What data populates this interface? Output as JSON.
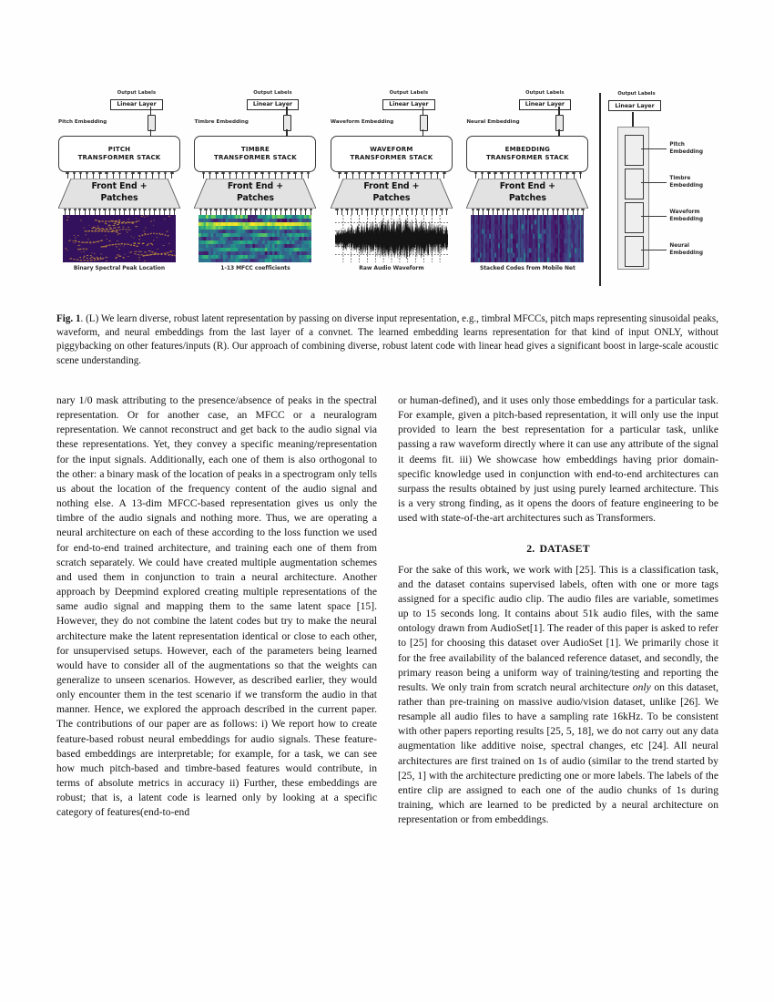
{
  "figure": {
    "label_output": "Output Labels",
    "label_linear": "Linear Layer",
    "trapezoid_line1": "Front End +",
    "trapezoid_line2": "Patches",
    "pipelines": [
      {
        "embedding_label": "Pitch Embedding",
        "stack_line1": "PITCH",
        "stack_line2": "TRANSFORMER STACK",
        "input_caption": "Binary Spectral Peak Location",
        "input_kind": "binary-peak-map"
      },
      {
        "embedding_label": "Timbre Embedding",
        "stack_line1": "TIMBRE",
        "stack_line2": "TRANSFORMER STACK",
        "input_caption": "1-13 MFCC coefficients",
        "input_kind": "mfcc-heatmap"
      },
      {
        "embedding_label": "Waveform Embedding",
        "stack_line1": "WAVEFORM",
        "stack_line2": "TRANSFORMER STACK",
        "input_caption": "Raw Audio Waveform",
        "input_kind": "waveform"
      },
      {
        "embedding_label": "Neural Embedding",
        "stack_line1": "EMBEDDING",
        "stack_line2": "TRANSFORMER STACK",
        "input_caption": "Stacked Codes from Mobile Net",
        "input_kind": "stacked-codes"
      }
    ],
    "right_panel": {
      "label_output": "Output Labels",
      "label_linear": "Linear Layer",
      "slots": [
        {
          "line1": "Pitch",
          "line2": "Embedding"
        },
        {
          "line1": "Timbre",
          "line2": "Embedding"
        },
        {
          "line1": "Waveform",
          "line2": "Embedding"
        },
        {
          "line1": "Neural",
          "line2": "Embedding"
        }
      ]
    },
    "colors": {
      "viridis_dark": "#2b0a4a",
      "viridis_mid": "#21908d",
      "viridis_bright": "#f5e61d",
      "peak_orange": "#c08b3e",
      "line": "#2b2b2b"
    }
  },
  "caption": {
    "label": "Fig. 1",
    "text": ". (L) We learn diverse, robust latent representation by passing on diverse input representation, e.g., timbral MFCCs, pitch maps representing sinusoidal peaks, waveform, and neural embeddings from the last layer of a convnet. The learned embedding learns representation for that kind of input ONLY, without piggybacking on other features/inputs (R). Our approach of combining diverse, robust latent code with linear head gives a significant boost in large-scale acoustic scene understanding."
  },
  "body": {
    "left_column": {
      "paragraph_1": "nary 1/0 mask attributing to the presence/absence of peaks in the spectral representation. Or for another case, an MFCC or a neuralogram representation. We cannot reconstruct and get back to the audio signal via these representations. Yet, they convey a specific meaning/representation for the input signals. Additionally, each one of them is also orthogonal to the other: a binary mask of the location of peaks in a spectrogram only tells us about the location of the frequency content of the audio signal and nothing else. A 13-dim MFCC-based representation gives us only the timbre of the audio signals and nothing more. Thus, we are operating a neural architecture on each of these according to the loss function we used for end-to-end trained architecture, and training each one of them from scratch separately. We could have created multiple augmentation schemes and used them in conjunction to train a neural architecture. Another approach by Deepmind explored creating multiple representations of the same audio signal and mapping them to the same latent space [15]. However, they do not combine the latent codes but try to make the neural architecture make the latent representation identical or close to each other, for unsupervised setups. However, each of the parameters being learned would have to consider all of the augmentations so that the weights can generalize to unseen scenarios. However, as described earlier, they would only encounter them in the test scenario if we transform the audio in that manner. Hence, we explored the approach described in the current paper. The contributions of our paper are as follows: i) We report how to create feature-based robust neural embeddings for audio signals. These feature-based embeddings are interpretable; for example, for a task, we can see how much pitch-based and timbre-based features would contribute, in terms of absolute metrics in accuracy ii) Further, these embeddings are robust; that is, a latent code is learned only by looking at a specific category of features(end-to-end"
    },
    "right_column": {
      "paragraph_1": "or human-defined), and it uses only those embeddings for a particular task. For example, given a pitch-based representation, it will only use the input provided to learn the best representation for a particular task, unlike passing a raw waveform directly where it can use any attribute of the signal it deems fit. iii) We showcase how embeddings having prior domain-specific knowledge used in conjunction with end-to-end architectures can surpass the results obtained by just using purely learned architecture. This is a very strong finding, as it opens the doors of feature engineering to be used with state-of-the-art architectures such as Transformers.",
      "section_number": "2.",
      "section_title": "DATASET",
      "paragraph_2_a": "For the sake of this work, we work with [25]. This is a classification task, and the dataset contains supervised labels, often with one or more tags assigned for a specific audio clip. The audio files are variable, sometimes up to 15 seconds long. It contains about 51k audio files, with the same ontology drawn from AudioSet[1]. The reader of this paper is asked to refer to [25] for choosing this dataset over AudioSet [1]. We primarily chose it for the free availability of the balanced reference dataset, and secondly, the primary reason being a uniform way of training/testing and reporting the results. We only train from scratch neural architecture ",
      "paragraph_2_em": "only",
      "paragraph_2_b": " on this dataset, rather than pre-training on massive audio/vision dataset, unlike [26]. We resample all audio files to have a sampling rate 16kHz. To be consistent with other papers reporting results [25, 5, 18], we do not carry out any data augmentation like additive noise, spectral changes, etc [24]. All neural architectures are first trained on 1s of audio (similar to the trend started by [25, 1] with the architecture predicting one or more labels. The labels of the entire clip are assigned to each one of the audio chunks of 1s during training, which are learned to be predicted by a neural architecture on representation or from embeddings."
    }
  }
}
